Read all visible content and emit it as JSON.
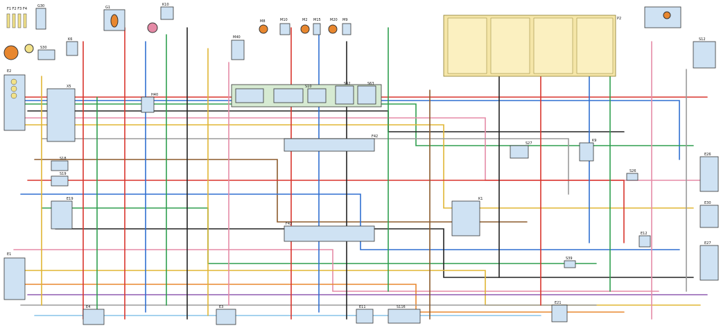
{
  "colors": {
    "red": "#d9342b",
    "blue": "#2f6fd1",
    "green": "#2e9e4e",
    "black": "#222222",
    "yellow": "#e0b534",
    "pink": "#e58aa6",
    "brown": "#8b5a2b",
    "grey": "#9a9a9a",
    "orange": "#e8872f",
    "purple": "#8f5ab0",
    "lightblue": "#87c3e8"
  },
  "components": [
    {
      "id": "F1",
      "label": "F1 F2 F3 F4"
    },
    {
      "id": "G30",
      "label": "G30"
    },
    {
      "id": "S30",
      "label": "S30"
    },
    {
      "id": "K6",
      "label": "K6"
    },
    {
      "id": "G1",
      "label": "G1"
    },
    {
      "id": "K10",
      "label": "K10"
    },
    {
      "id": "M8",
      "label": "M8"
    },
    {
      "id": "M10",
      "label": "M10"
    },
    {
      "id": "M2",
      "label": "M2"
    },
    {
      "id": "M15",
      "label": "M15"
    },
    {
      "id": "M20",
      "label": "M20"
    },
    {
      "id": "M9",
      "label": "M9"
    },
    {
      "id": "M40",
      "label": "M40"
    },
    {
      "id": "S10",
      "label": "S10"
    },
    {
      "id": "S62",
      "label": "S62"
    },
    {
      "id": "S63",
      "label": "S63"
    },
    {
      "id": "P2",
      "label": "P2"
    },
    {
      "id": "S12",
      "label": "S12"
    },
    {
      "id": "E2",
      "label": "E2"
    },
    {
      "id": "E4",
      "label": "E4"
    },
    {
      "id": "X5",
      "label": "X5"
    },
    {
      "id": "H40",
      "label": "H40"
    },
    {
      "id": "F42",
      "label": "F42"
    },
    {
      "id": "F43",
      "label": "F43"
    },
    {
      "id": "S18",
      "label": "S18"
    },
    {
      "id": "S19",
      "label": "S19"
    },
    {
      "id": "E19",
      "label": "E19"
    },
    {
      "id": "E1",
      "label": "E1"
    },
    {
      "id": "K1",
      "label": "K1"
    },
    {
      "id": "E26",
      "label": "E26"
    },
    {
      "id": "E30",
      "label": "E30"
    },
    {
      "id": "E27",
      "label": "E27"
    },
    {
      "id": "S27",
      "label": "S27"
    },
    {
      "id": "K9",
      "label": "K9"
    },
    {
      "id": "S26",
      "label": "S26"
    },
    {
      "id": "S39",
      "label": "S39"
    },
    {
      "id": "E12",
      "label": "E12"
    },
    {
      "id": "S116",
      "label": "S116"
    },
    {
      "id": "E11",
      "label": "E11"
    },
    {
      "id": "E3",
      "label": "E3"
    },
    {
      "id": "E21",
      "label": "E21"
    }
  ]
}
